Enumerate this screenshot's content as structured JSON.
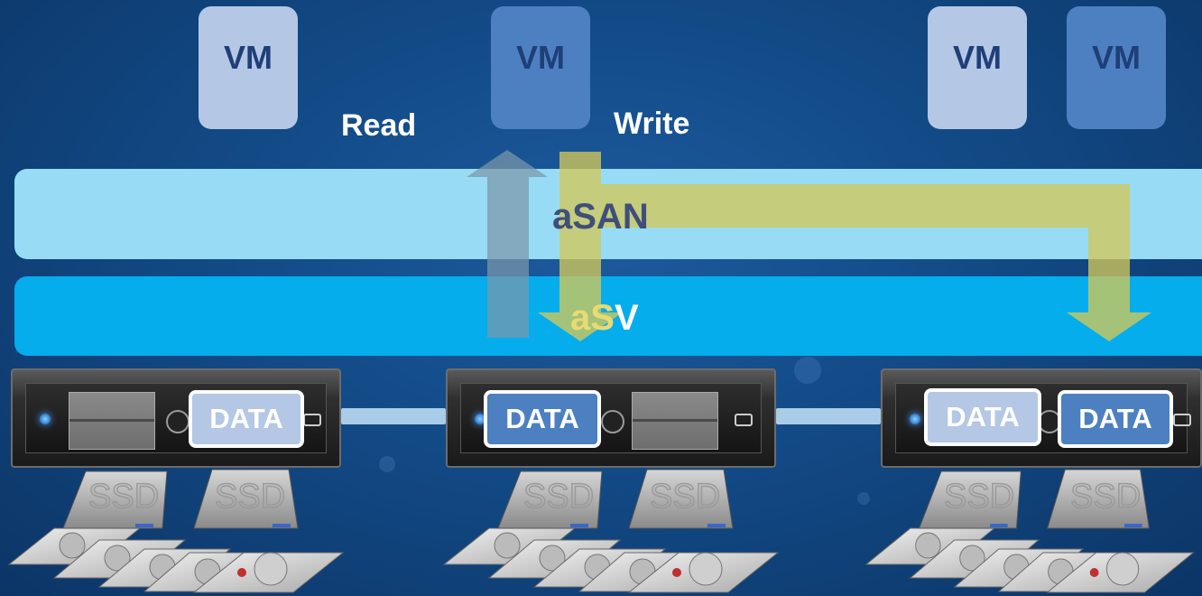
{
  "vms": [
    {
      "label": "VM",
      "shade": "light"
    },
    {
      "label": "VM",
      "shade": "dark"
    },
    {
      "label": "VM",
      "shade": "light"
    },
    {
      "label": "VM",
      "shade": "dark"
    }
  ],
  "operations": {
    "read": "Read",
    "write": "Write"
  },
  "layers": {
    "asan": "aSAN",
    "asv_prefix": "a",
    "asv_highlight": "S",
    "asv_suffix": "V"
  },
  "nodes": [
    {
      "data_tags": [
        "DATA"
      ]
    },
    {
      "data_tags": [
        "DATA"
      ]
    },
    {
      "data_tags": [
        "DATA",
        "DATA"
      ]
    }
  ],
  "disk_labels": [
    "SSD",
    "SSD",
    "SSD",
    "SSD",
    "SSD",
    "SSD"
  ],
  "colors": {
    "vm_light": "#b4c7e4",
    "vm_dark": "#4d80c0",
    "asan_band": "#97dcf4",
    "asv_band": "#05adec",
    "write_arrow": "#d2c85a",
    "read_arrow": "#7c97a9",
    "background": "#124a86"
  }
}
